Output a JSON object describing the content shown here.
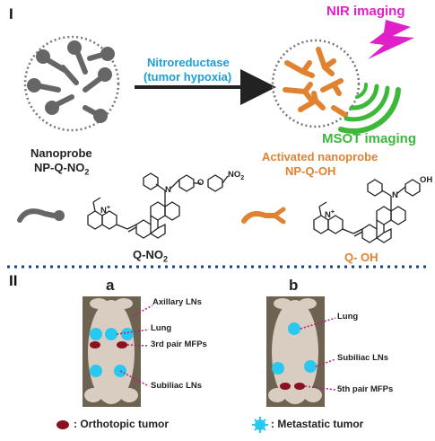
{
  "part1": {
    "section_label": "I",
    "arrow_text_line1": "Nitroreductase",
    "arrow_text_line2": "(tumor hypoxia)",
    "nanoprobe_line1": "Nanoprobe",
    "nanoprobe_line2": "NP-Q-NO",
    "nanoprobe_sub": "2",
    "activated_line1": "Activated nanoprobe",
    "activated_line2": "NP-Q-OH",
    "nir_label": "NIR imaging",
    "msot_label": "MSOT imaging",
    "chem_left_label": "Q-NO",
    "chem_left_sub": "2",
    "chem_right_label": "Q- OH",
    "no2_label": "NO",
    "no2_sub": "2",
    "oh_label": "OH",
    "n_label": "N",
    "nplus_label": "N",
    "plus_sign": "+",
    "o_label": "O"
  },
  "part2": {
    "section_label": "II",
    "panel_a": {
      "letter": "a",
      "labels": [
        "Axillary LNs",
        "Lung",
        "3rd pair MFPs",
        "Subiliac LNs"
      ]
    },
    "panel_b": {
      "letter": "b",
      "labels": [
        "Lung",
        "Subiliac LNs",
        "5th pair MFPs"
      ]
    },
    "legend": {
      "orthotopic": ": Orthotopic tumor",
      "metastatic": ": Metastatic tumor"
    }
  },
  "colors": {
    "probe_gray": "#666666",
    "activated_orange": "#e0822f",
    "blue": "#1a9fd9",
    "magenta": "#e020c8",
    "green": "#3db83b",
    "tumor_red": "#8b1020",
    "metastasis_cyan": "#29c8f0",
    "divider": "#1c3f8c"
  }
}
